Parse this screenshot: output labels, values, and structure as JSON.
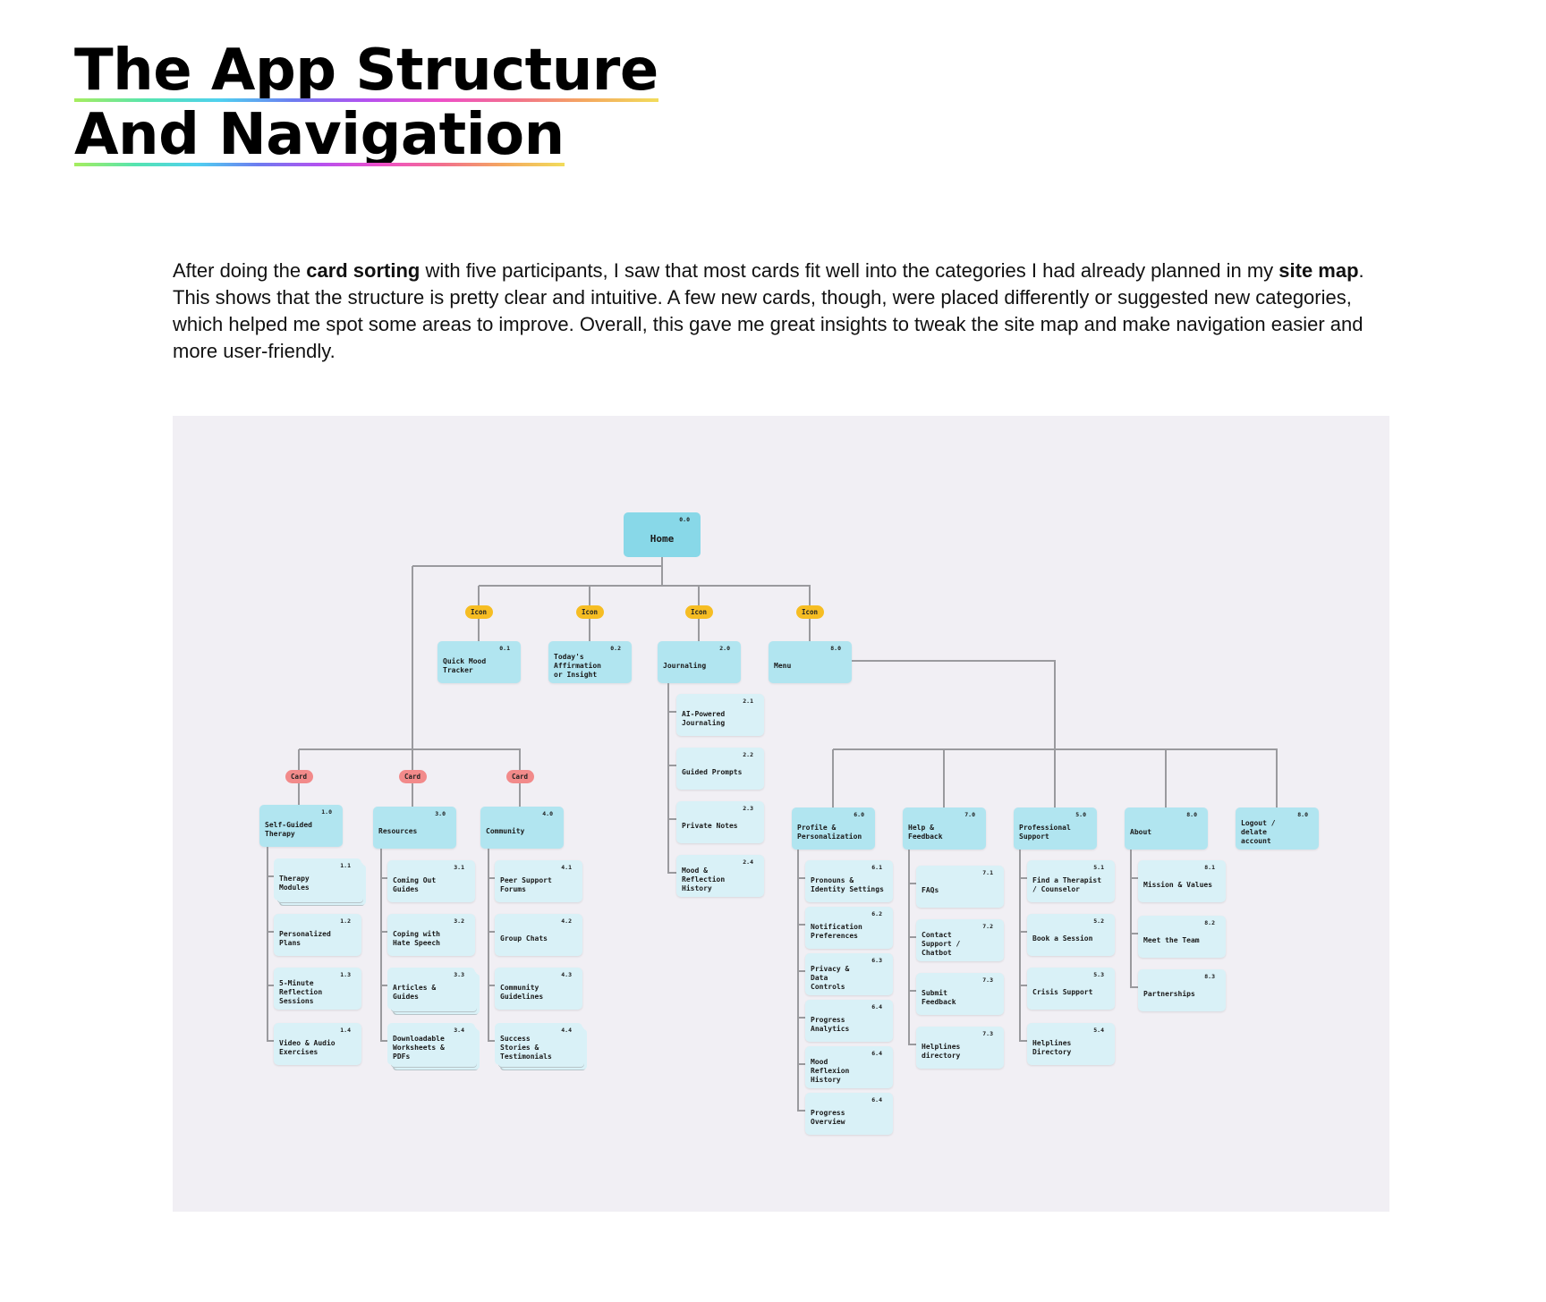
{
  "header": {
    "title_line1": "The App Structure",
    "title_line2": "And Navigation"
  },
  "intro": {
    "before_card_sorting": "After doing the ",
    "card_sorting": "card sorting",
    "middle": " with five participants, I saw that most cards fit well into the categories I had already planned in my ",
    "site_map": "site map",
    "after": ". This shows that the structure is pretty clear and intuitive. A few new cards, though, were placed differently or suggested new categories, which helped me spot some areas to improve. Overall, this gave me great insights to tweak the site map and make navigation easier and more user-friendly."
  },
  "colors": {
    "canvas_bg": "#f1eff4",
    "root_node": "#88d8e8",
    "category_node": "#b1e5f0",
    "leaf_node": "#d9f1f7",
    "icon_tag": "#f6bd23",
    "card_tag": "#f28a8a",
    "connector": "#9a9a9e"
  },
  "sitemap": {
    "tags": {
      "icon": "Icon",
      "card": "Card"
    },
    "root": {
      "num": "0.0",
      "label": "Home"
    },
    "icon_nodes": [
      {
        "num": "0.1",
        "label": "Quick Mood\nTracker"
      },
      {
        "num": "0.2",
        "label": "Today's\nAffirmation\nor Insight"
      },
      {
        "num": "2.0",
        "label": "Journaling"
      },
      {
        "num": "8.0",
        "label": "Menu"
      }
    ],
    "journaling_children": [
      {
        "num": "2.1",
        "label": "AI-Powered\nJournaling"
      },
      {
        "num": "2.2",
        "label": "Guided Prompts"
      },
      {
        "num": "2.3",
        "label": "Private Notes"
      },
      {
        "num": "2.4",
        "label": "Mood &\nReflection\nHistory"
      }
    ],
    "card_categories": [
      {
        "num": "1.0",
        "label": "Self-Guided\nTherapy",
        "children": [
          {
            "num": "1.1",
            "label": "Therapy\nModules"
          },
          {
            "num": "1.2",
            "label": "Personalized\nPlans"
          },
          {
            "num": "1.3",
            "label": "5-Minute\nReflection\nSessions"
          },
          {
            "num": "1.4",
            "label": "Video & Audio\nExercises"
          }
        ]
      },
      {
        "num": "3.0",
        "label": "Resources",
        "children": [
          {
            "num": "3.1",
            "label": "Coming Out\nGuides"
          },
          {
            "num": "3.2",
            "label": "Coping with\nHate Speech"
          },
          {
            "num": "3.3",
            "label": "Articles &\nGuides"
          },
          {
            "num": "3.4",
            "label": "Downloadable\nWorksheets &\nPDFs"
          }
        ]
      },
      {
        "num": "4.0",
        "label": "Community",
        "children": [
          {
            "num": "4.1",
            "label": "Peer Support\nForums"
          },
          {
            "num": "4.2",
            "label": "Group Chats"
          },
          {
            "num": "4.3",
            "label": "Community\nGuidelines"
          },
          {
            "num": "4.4",
            "label": "Success\nStories &\nTestimonials"
          }
        ]
      }
    ],
    "menu_categories": [
      {
        "num": "6.0",
        "label": "Profile &\nPersonalization",
        "children": [
          {
            "num": "6.1",
            "label": "Pronouns &\nIdentity Settings"
          },
          {
            "num": "6.2",
            "label": "Notification\nPreferences"
          },
          {
            "num": "6.3",
            "label": "Privacy &\nData\nControls"
          },
          {
            "num": "6.4",
            "label": "Progress\nAnalytics"
          },
          {
            "num": "6.4",
            "label": "Mood\nReflexion\nHistory"
          },
          {
            "num": "6.4",
            "label": "Progress\nOverview"
          }
        ]
      },
      {
        "num": "7.0",
        "label": "Help &\nFeedback",
        "children": [
          {
            "num": "7.1",
            "label": "FAQs"
          },
          {
            "num": "7.2",
            "label": "Contact\nSupport /\nChatbot"
          },
          {
            "num": "7.3",
            "label": "Submit\nFeedback"
          },
          {
            "num": "7.3",
            "label": "Helplines\ndirectory"
          }
        ]
      },
      {
        "num": "5.0",
        "label": "Professional\nSupport",
        "children": [
          {
            "num": "5.1",
            "label": "Find a Therapist\n/ Counselor"
          },
          {
            "num": "5.2",
            "label": "Book a Session"
          },
          {
            "num": "5.3",
            "label": "Crisis Support"
          },
          {
            "num": "5.4",
            "label": "Helplines\nDirectory"
          }
        ]
      },
      {
        "num": "8.0",
        "label": "About",
        "children": [
          {
            "num": "8.1",
            "label": "Mission & Values"
          },
          {
            "num": "8.2",
            "label": "Meet the Team"
          },
          {
            "num": "8.3",
            "label": "Partnerships"
          }
        ]
      },
      {
        "num": "8.0",
        "label": "Logout /\ndelate\naccount",
        "children": []
      }
    ]
  }
}
